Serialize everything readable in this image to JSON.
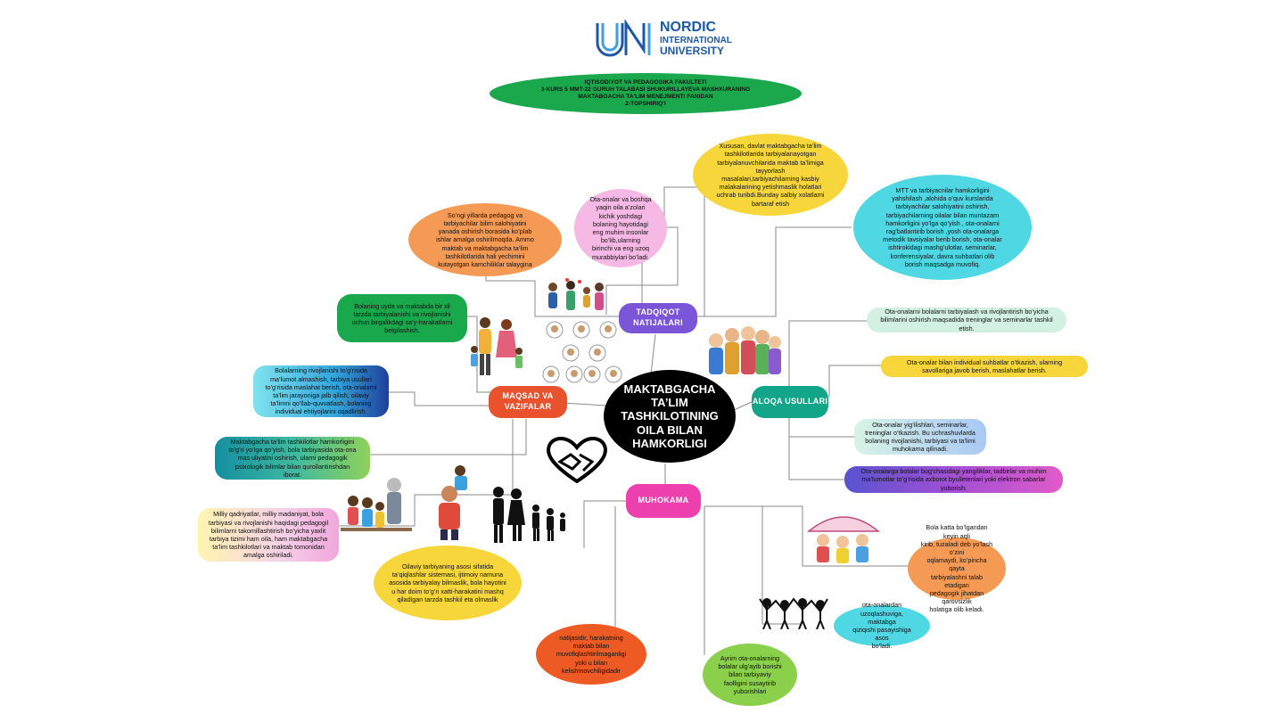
{
  "logo": {
    "line1": "NORDIC",
    "line2": "INTERNATIONAL",
    "line3": "UNIVERSITY",
    "brand_color": "#1d58a8"
  },
  "header": {
    "text": "IQTISODIYOT VA PEDAGOGIKA FAKULTETI\n3-KURS 5 MMT-22 GURUH TALABASI SHUKURILLAYEVA MASHXURANING\nMAKTABGACHA TA'LIM MENEJMENTI FANIDAN\n2-TOPSHIRIQ'I",
    "color": "#1ba84c"
  },
  "center": {
    "text": "MAKTABGACHA\nTA’LIM\nTASHKILOTINING\nOILA BILAN\nHAMKORLIGI"
  },
  "hubs": {
    "tadqiqot": {
      "text": "TADQIQOT\nNATIJALARI",
      "color": "#7b55d8"
    },
    "maqsad": {
      "text": "MAQSAD VA\nVAZIFALAR",
      "color": "#e8532e"
    },
    "aloqa": {
      "text": "ALOQA USULLARI",
      "color": "#13a589"
    },
    "muhokama": {
      "text": "MUHOKAMA",
      "color": "#ee3fae"
    }
  },
  "nodes": {
    "xususan": "Xususan, davlat maktabgacha ta’lim\ntashkilotlarida tarbiyalanayotgan\ntarbiyalanuvchilarida maktab ta’limiga\ntayyorlash\nmasalalari,tarbiyachilarning kasbiy\nmalakalarining yetishmaslik holatlari\nuchrab turibdi.Bunday salbiy xolatlarni\nbartaraf etish",
    "mtt": "MTT va tarbiyacnilar hamkorligini\nyahshilash ,alohida o’quv kurslarida\ntarbiyachilar salohiyatini oshirish,\ntarbiyachilarning oilalar bilan muntazam\nhamkorligini yo’lga qo’yish , ota-onalarni\nrag’batlantirib borish ,yosh ota-onalarga\nmetodik tavsiyalar berib borish, ota-onalar\nishtirokidagi mashg’ulotlar, seminarlar,\nkonferensiyalar, davra suhbatlari olib\nborish maqsadga muvofiq.",
    "otaonalar_boshqa": "Ota-onalar va boshqa\nyaqin oila a’zolari\nkichik yoshdagi\nbolaning hayotidagi\neng muhim insonlar\nbo’lib,ularning\nbirinchi va eng uzoq\nmurabbiylari bo’ladi.",
    "songgi": "So’ngi yillarda pedagog va\ntarbiyachilar bilim salohiyatini\nyanada oshirish borasida ko’plab\nishlar amalga oshirilmoqda. Ammo\nmaktab va maktabgacha ta’lim\ntashkilotlarida hali yechimini\nkutayotgan kamchiliklar talaygina",
    "bolaning_uyda": "Bolaning uyda va maktabda bir xil\ntarzda tarbiyalanishi va rivojlanishi\nuchun birgalikdagi sa’y-harakatlarni\nbelgilashish.",
    "bolalarning_rivoj": "Bolalarning rivojlanishi to’g’risida\nma’lumot almashish, tarbiya usullari\nto’g’risida maslahat berish, ota-onalarni\nta’lim jarayoniga jalb qilish, oilaviy\nta’limni qo’llab-quvvatlash, bolaning\nindividual ehtiyojlarini oqadlirish.",
    "maktabgacha_hamkorlik": "Maktabgacha ta’lim tashkilotlar hamkorligini\nto’g’ri yo’lga qo’yish, bola tarbiyasida ota-ona\nmas uliyatini oshirish, ularni pedagogik\npsixologik bilimlar bilan qurollantirishdan\niborat.",
    "milliy": "Milliy qadriyatlar, milliy madaniyat, bola\ntarbiyasi va rivojlanishi haqidagi pedagogil\nbilimlarni takomillashtirish bo’yicha yaxlit\ntarbiya tizimi ham oila, ham maktabgacha\nta’lim tashkilotlari va maktab tomonidan\namalga oshiriladi.",
    "aloqa1": "Ota-onalarni bolalarni tarbiyalash va rivojlantirish bo’yicha\nbilimlarini oshirish maqsadida treninglar va seminarlar tashkil\netish.",
    "aloqa2": "Ota-onalar bilan individual suhbatlar o’tkazish, ularning\nsavollariga javob berish, maslahatlar berish.",
    "aloqa3": "Ota-onalar yig’ilishlari, seminarlar,\ntreninglar o’tkazish. Bu uchrashuvlarda\nbolaning rivojlanishi, tarbiyasi va ta’limi\nmuhokama qilinadi.",
    "aloqa4": "Ota-onalarga bolalar bog’chasidagi yangiliklar, tadbirlar va muhim\nma’lumotlar to’g’risida axborot byulletenlari yoki elektron sabarlar\nyuborish.",
    "oilaviy": "Oilaviy tarbiyaning asosi sifatida\nta’qiqlashlar sistemasi, ijtimoiy namuna\nasosida tarbiyalay bilmaslik, bola hayotini\nu har doim to’g’ri xatti-harakatini mashq\nqiladigan tarzda tashkil eta olmaslik",
    "natijasidir": "natijasidir, harakatning\nmaktab bilan\nmuvofiqlashtirilmaganligi\nyoki u bilan\nkelishmovchiligidadir",
    "ayrim": "Ayrim ota-onalarning\nbolalar ulg’ayib borishi\nbilan tarbiyaviy\nfaolligini susaytirib\nyuborishlari",
    "otaonalardan": "ota-onalardan\nuzoqlashuviga, maktabga\nqiziqishi pasayishiga asos\nbo’ladi.",
    "bola_katta": "Bola katta bo’lgandan keyin aqli\nkirib, tuzaladi deb yo’lash o’zini\noqlamaydi, ko’pincha qayta\ntarbiyalashni talab etadigan\npedagogik jihatdan qarovsizlik\nholatiga olib keladi."
  },
  "node_colors": {
    "yellow": "#f6d63a",
    "cyan": "#4fd8e4",
    "pink": "#f6b9e6",
    "orange": "#f49a55",
    "green": "#1aa84c",
    "blue": "#1f6fc2",
    "teal": "#16a5a8",
    "mint": "#d2f1e2",
    "lightblue": "#a9c8f4",
    "magenta": "#d34fd0",
    "red": "#ee5a23",
    "lime": "#8ad04a"
  },
  "icons": [
    "university-logo-icon",
    "handshake-heart-icon",
    "family-icon",
    "people-group-icon",
    "family-silhouette-icon"
  ]
}
